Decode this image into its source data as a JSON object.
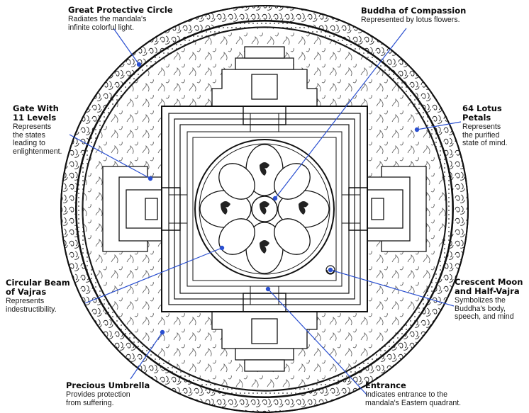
{
  "annotations": {
    "great_circle": {
      "title": "Great Protective Circle",
      "desc1": "Radiates the mandala's",
      "desc2": "infinite colorful light."
    },
    "buddha": {
      "title": "Buddha of Compassion",
      "desc1": "Represented by lotus flowers."
    },
    "gate": {
      "title1": "Gate With",
      "title2": "11 Levels",
      "desc1": "Represents",
      "desc2": "the states",
      "desc3": "leading to",
      "desc4": "enlightenment."
    },
    "lotus": {
      "title1": "64 Lotus",
      "title2": "Petals",
      "desc1": "Represents",
      "desc2": "the purified",
      "desc3": "state of mind."
    },
    "beam": {
      "title1": "Circular Beam",
      "title2": "of Vajras",
      "desc1": "Represents",
      "desc2": "indestructibility."
    },
    "moon": {
      "title1": "Crescent Moon",
      "title2": "and Half-Vajra",
      "desc1": "Symbolizes the",
      "desc2": "Buddha's body,",
      "desc3": "speech, and mind"
    },
    "umbrella": {
      "title": "Precious Umbrella",
      "desc1": "Provides protection",
      "desc2": "from suffering."
    },
    "entrance": {
      "title": "Entrance",
      "desc1": "Indicates entrance to the",
      "desc2": "mandala's Eastern quadrant."
    }
  },
  "colors": {
    "ink": "#1a1a1a",
    "leader_line": "#2a4fd0",
    "background": "#ffffff"
  }
}
